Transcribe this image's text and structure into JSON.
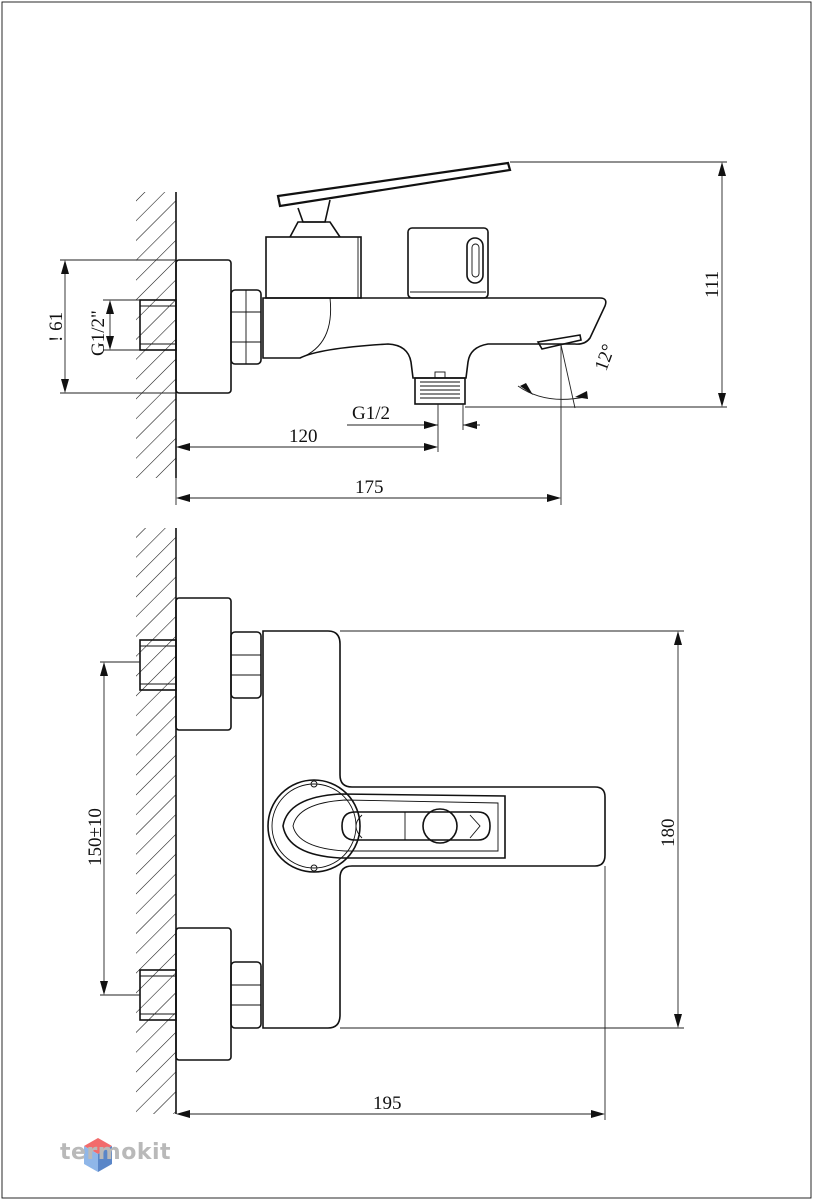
{
  "side_view": {
    "dimensions": {
      "height_total": "111",
      "wall_to_outlet": "120",
      "wall_to_spout": "175",
      "flange_diameter": "! 61",
      "inlet_thread": "G1/2\"",
      "outlet_thread": "G1/2",
      "spout_angle": "12°"
    }
  },
  "front_view": {
    "dimensions": {
      "inlet_spacing": "150±10",
      "body_height": "180",
      "body_depth": "195"
    }
  },
  "logo": {
    "name": "termokit",
    "colors": {
      "top": "#f26b6b",
      "left": "#8fb6e8",
      "right": "#5a86c8"
    }
  }
}
